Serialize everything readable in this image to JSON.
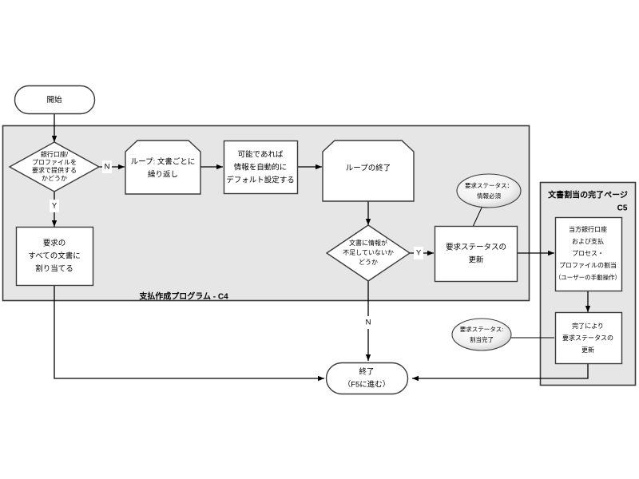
{
  "diagram": {
    "title": "支払作成プログラム - C4",
    "type": "flowchart",
    "colors": {
      "container_fill": "#e6e6e6",
      "node_fill": "#ffffff",
      "stroke": "#3a3a3a",
      "edge": "#000000",
      "text": "#000000"
    }
  },
  "containers": [
    {
      "id": "c4",
      "name": "payment-creation-program-container",
      "label": "支払作成プログラム - C4",
      "label_position": "bottom-center"
    },
    {
      "id": "c5",
      "name": "document-assignment-completion-page-container",
      "label_line1": "文書割当の完了ページ",
      "label_line2": "C5",
      "label_position": "top"
    }
  ],
  "nodes": [
    {
      "id": "start",
      "name": "start-terminator",
      "shape": "stadium",
      "lines": [
        "開始"
      ]
    },
    {
      "id": "decision_bank",
      "name": "bank-account-profile-decision",
      "shape": "diamond",
      "lines": [
        "銀行口座/",
        "プロファイルを",
        "要求で提供する",
        "かどうか"
      ]
    },
    {
      "id": "assign_all",
      "name": "assign-to-all-documents-process",
      "shape": "rect",
      "lines": [
        "要求の",
        "すべての文書に",
        "割り当てる"
      ]
    },
    {
      "id": "loop_start",
      "name": "loop-start-per-document",
      "shape": "loop-start",
      "lines": [
        "ループ: 文書ごとに",
        "繰り返し"
      ]
    },
    {
      "id": "auto_default",
      "name": "auto-default-information-process",
      "shape": "rect",
      "lines": [
        "可能であれば",
        "情報を自動的に",
        "デフォルト設定する"
      ]
    },
    {
      "id": "loop_end",
      "name": "loop-end",
      "shape": "loop-start",
      "lines": [
        "ループの終了"
      ]
    },
    {
      "id": "decision_missing",
      "name": "missing-information-decision",
      "shape": "diamond",
      "lines": [
        "文書に情報が",
        "不足していないか",
        "どうか"
      ]
    },
    {
      "id": "update_status",
      "name": "update-request-status-process",
      "shape": "rect",
      "lines": [
        "要求ステータスの",
        "更新"
      ]
    },
    {
      "id": "manual_assign",
      "name": "manual-bank-account-assignment-process",
      "shape": "rect",
      "lines": [
        "当方銀行口座",
        "および支払",
        "プロセス・",
        "プロファイルの割当"
      ],
      "sub_line": "（ユーザーの手動操作）"
    },
    {
      "id": "update_on_complete",
      "name": "update-status-on-completion-process",
      "shape": "rect",
      "lines": [
        "完了により",
        "要求ステータスの",
        "更新"
      ]
    },
    {
      "id": "end",
      "name": "end-terminator",
      "shape": "stadium",
      "lines": [
        "終了",
        "（F5に進む）"
      ]
    }
  ],
  "annotations": [
    {
      "id": "anno_info_required",
      "name": "annotation-request-status-info-required",
      "lines": [
        "要求ステータス：",
        "情報必須"
      ]
    },
    {
      "id": "anno_assign_done",
      "name": "annotation-request-status-assignment-complete",
      "lines": [
        "要求ステータス:",
        "割当完了"
      ]
    }
  ],
  "edge_labels": {
    "bank_no": "N",
    "bank_yes": "Y",
    "missing_yes": "Y",
    "missing_no": "N"
  }
}
